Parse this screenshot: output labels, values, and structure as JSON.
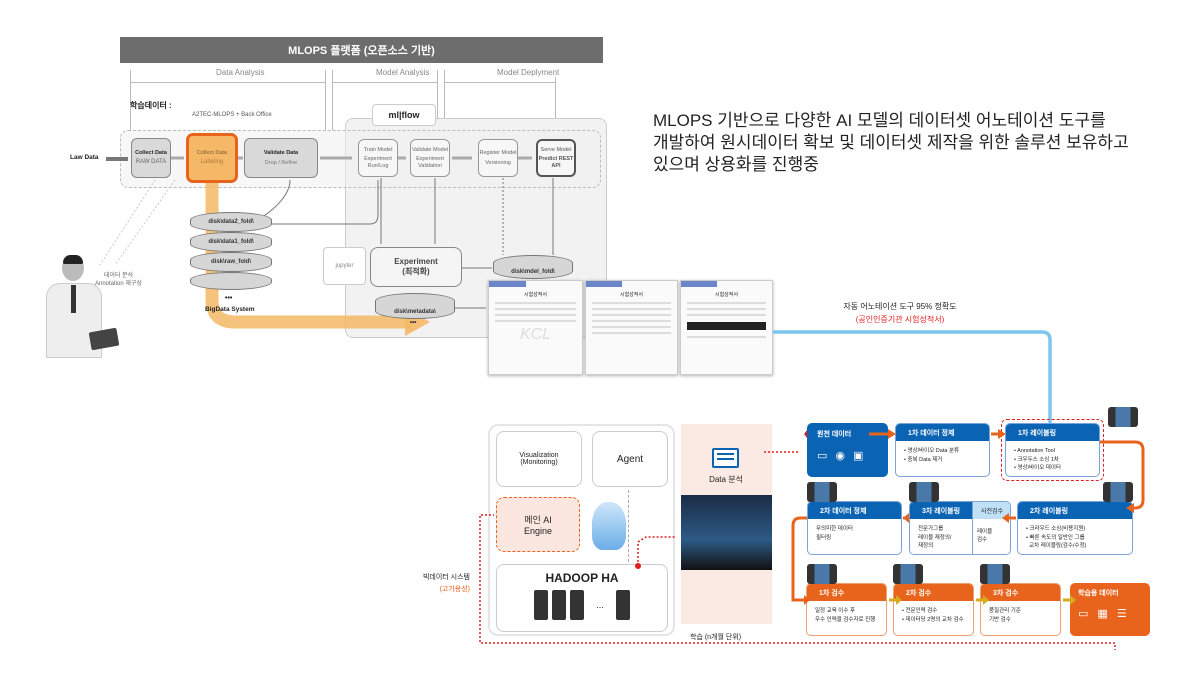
{
  "platform": {
    "title": "MLOPS 플랫폼 (오픈소스 기반)",
    "sections": [
      "Data Analysis",
      "Model Analysis",
      "Model Deplyment"
    ],
    "training_data_label": "학습데이터 :",
    "training_data_value": "A2TEC-MLOPS + Back Office",
    "mlflow": "ml|flow",
    "law_data": "Law Data",
    "stages": [
      {
        "title": "Collect Data",
        "sub": "RAW DATA"
      },
      {
        "title": "Collect Data",
        "sub": "Labeling"
      },
      {
        "title": "Validate Data",
        "sub": "Drop / Refine"
      },
      {
        "title": "Train Model",
        "sub": "Experiment Run/Log"
      },
      {
        "title": "Validate Model",
        "sub": "Experiment Validation"
      },
      {
        "title": "Register Model",
        "sub": "Versioning"
      },
      {
        "title": "Serve Model",
        "sub": "Predict REST API"
      }
    ],
    "disks": [
      "disk\\data2_fold\\",
      "disk\\data1_fold\\",
      "disk\\raw_fold\\"
    ],
    "ellipsis": "•••",
    "bigdata_system": "BigData System",
    "jupyter": "jupyter",
    "experiment": "Experiment",
    "experiment_sub": "(최적화)",
    "model_disk": "disk\\mdel_fold\\",
    "metadata_disk": "disk\\metadata\\",
    "annotation_note": [
      "데이터 분석",
      "Annotation 재구성"
    ]
  },
  "headline": [
    "MLOPS 기반으로 다양한 AI 모델의 데이터셋 어노테이션 도구를",
    "개발하여 원시데이터 확보 및 데이터셋 제작을 위한 솔루션 보유하고",
    "있으며 상용화를 진행중"
  ],
  "accuracy": {
    "text": "자동 어노테이션 도구 95% 정확도",
    "cert": "(공인인증기관 시험성적서)"
  },
  "documents": [
    "시험성적서",
    "시험성적서",
    "시험성적서"
  ],
  "system": {
    "visualization": "Visualization\n(Monitoring)",
    "agent": "Agent",
    "engine": "메인 AI\nEngine",
    "hadoop": "HADOOP HA",
    "dots": "...",
    "data_analysis": "Data 분석",
    "bigdata": "빅데이터 시스템",
    "ha": "(고가용성)",
    "learning": "학습 (n개월 단위)"
  },
  "flow": {
    "raw": {
      "title": "원천 데이터"
    },
    "refine1": {
      "title": "1차 데이터 정제",
      "items": [
        "• 영상/바이오 Data 분류",
        "• 중복 Data 제거"
      ]
    },
    "label1": {
      "title": "1차 레이블링",
      "items": [
        "• Annotation Tool",
        "• 크우두스 소싱 1차",
        "• 영상/바이오 데이터"
      ]
    },
    "refine2": {
      "title": "2차 데이터 정제",
      "body": "무의미한 데이터\n필터링"
    },
    "label3": {
      "title": "3차 레이블링",
      "body": "전문가그룹\n레이블 재정의/\n재정의",
      "pre": "사전검수",
      "pre_body": "레이블\n검수"
    },
    "label2": {
      "title": "2차 레이블링",
      "items": [
        "• 크라우드 소싱(비용지원)",
        "• 빠른 속도의 일반인 그룹",
        "  교차 레이블링(검수/수정)"
      ]
    },
    "check1": {
      "title": "1차 검수",
      "body": "일정 교육 이수 후\n우수 인력을 검수자로 진행"
    },
    "check2": {
      "title": "2차 검수",
      "items": [
        "• 전문인력 검수",
        "• 데이터당 2명의 교차 검수"
      ]
    },
    "check3": {
      "title": "3차 검수",
      "body": "품질관리 기준\n기반 검수"
    },
    "final": {
      "title": "학습용 데이터"
    }
  },
  "colors": {
    "blue": "#0b63b3",
    "orange": "#e8641c",
    "highlight": "#f5b866",
    "gray": "#6d6d6d",
    "light_blue": "#7cc6f0",
    "red": "#e02020"
  }
}
